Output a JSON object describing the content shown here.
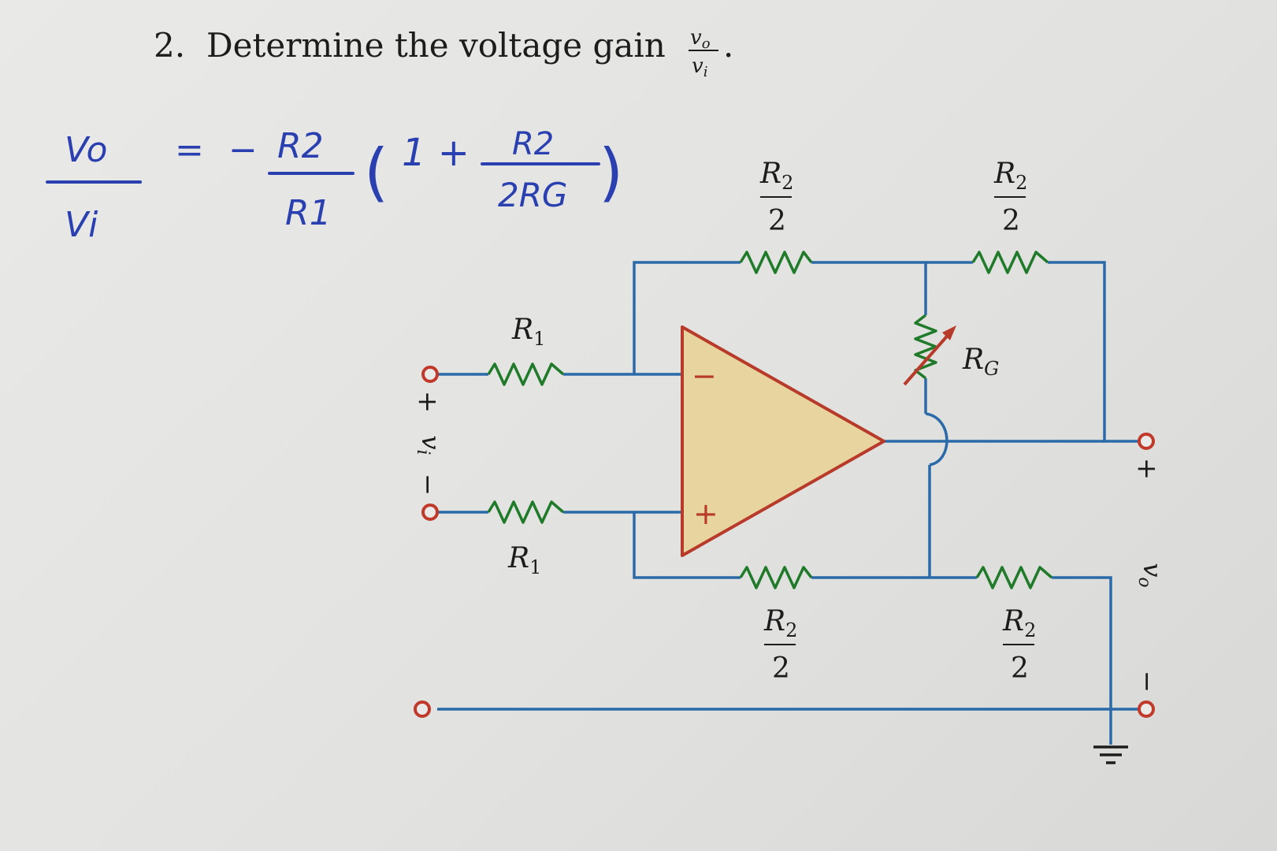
{
  "problem": {
    "number": "2.",
    "text": "Determine the voltage gain",
    "gain_num": "v",
    "gain_num_sub": "o",
    "gain_den": "v",
    "gain_den_sub": "i",
    "period": "."
  },
  "handwritten": {
    "lhs_num": "Vo",
    "lhs_den": "Vi",
    "equals": "=",
    "minus": "−",
    "r_num": "R2",
    "r_den": "R1",
    "open_paren": "(",
    "one_plus": "1 +",
    "inner_num": "R2",
    "inner_den": "2RG",
    "close_paren": ")"
  },
  "circuit": {
    "r1_top": {
      "name": "R",
      "sub": "1"
    },
    "r1_bottom": {
      "name": "R",
      "sub": "1"
    },
    "r2_top_left": {
      "name": "R",
      "sub": "2",
      "den": "2"
    },
    "r2_top_right": {
      "name": "R",
      "sub": "2",
      "den": "2"
    },
    "r2_bottom_left": {
      "name": "R",
      "sub": "2",
      "den": "2"
    },
    "r2_bottom_right": {
      "name": "R",
      "sub": "2",
      "den": "2"
    },
    "rg": {
      "name": "R",
      "sub": "G"
    },
    "opamp_minus": "−",
    "opamp_plus": "+",
    "vi_plus": "+",
    "vi_label": "v",
    "vi_sub": "i",
    "vi_minus": "−",
    "vo_plus": "+",
    "vo_label": "v",
    "vo_sub": "o",
    "vo_minus": "−"
  },
  "colors": {
    "wire": "#2a6aa8",
    "resistor": "#1f7a2a",
    "opamp_fill": "#e8d49e",
    "opamp_stroke": "#b83a2a",
    "terminal": "#c0392b",
    "ink": "#2a3fb0",
    "rg_arrow": "#b83a2a"
  }
}
